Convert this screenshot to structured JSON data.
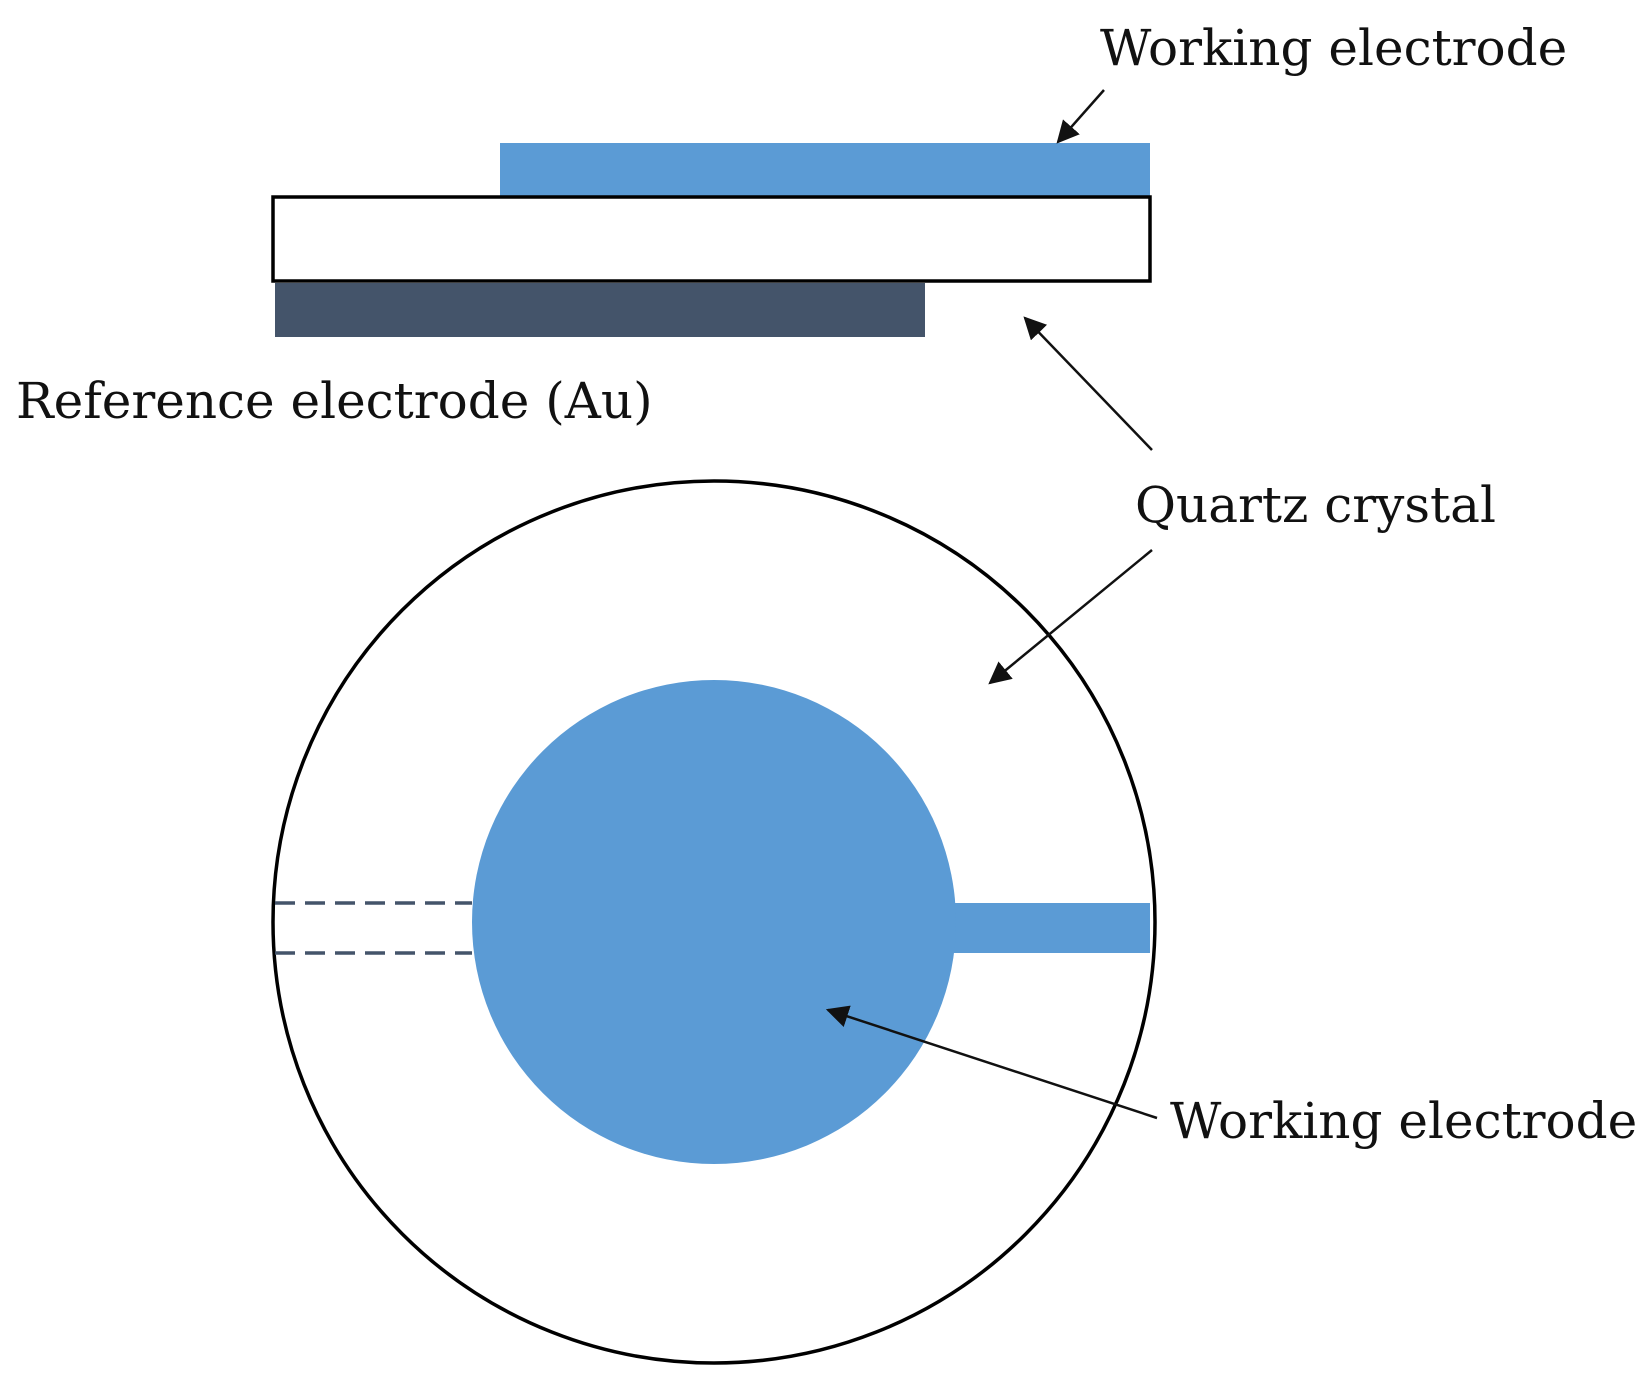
{
  "labels": {
    "working_electrode_top": "Working electrode",
    "reference_electrode": "Reference electrode (Au)",
    "quartz_crystal": "Quartz crystal",
    "working_electrode_bottom": "Working electrode"
  },
  "colors": {
    "working_electrode": "#5b9bd5",
    "reference_electrode": "#44546a",
    "crystal_fill": "#ffffff",
    "outline": "#000000"
  }
}
